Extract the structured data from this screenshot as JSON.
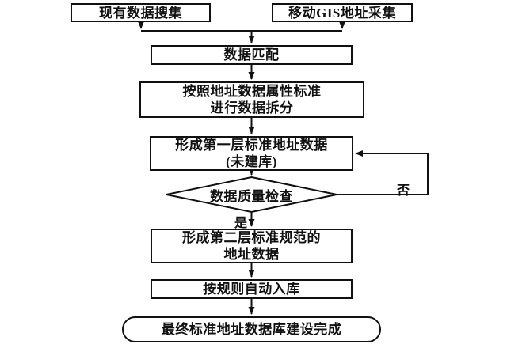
{
  "flowchart": {
    "nodes": {
      "existing_data": {
        "label": "现有数据搜集"
      },
      "mobile_gis": {
        "label": "移动GIS地址采集"
      },
      "data_match": {
        "label": "数据匹配"
      },
      "data_split": {
        "label": "按照地址数据属性标准\n进行数据拆分"
      },
      "layer1": {
        "label": "形成第一层标准地址数据\n(未建库)"
      },
      "quality_check": {
        "label": "数据质量检查"
      },
      "layer2": {
        "label": "形成第二层标准规范的\n地址数据"
      },
      "auto_store": {
        "label": "按规则自动入库"
      },
      "final": {
        "label": "最终标准地址数据库建设完成"
      }
    },
    "edge_labels": {
      "yes": "是",
      "no": "否"
    },
    "colors": {
      "stroke": "#111111",
      "background": "#ffffff"
    }
  }
}
